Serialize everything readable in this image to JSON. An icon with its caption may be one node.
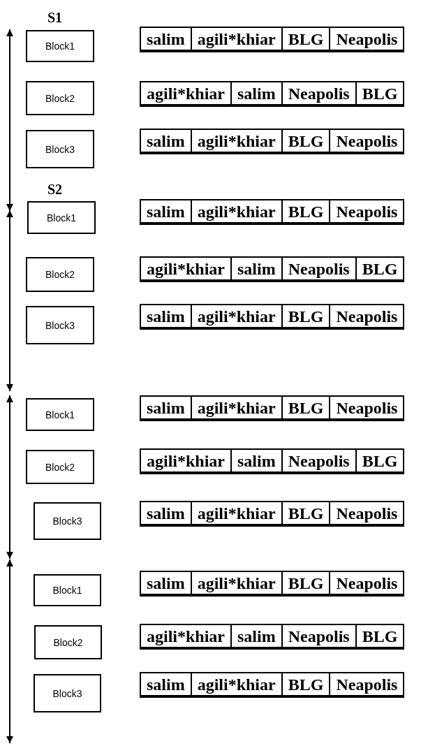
{
  "diagram": {
    "nodes": [
      {
        "text": [
          "Block1"
        ]
      },
      {
        "text": [
          "Block2"
        ]
      },
      {
        "text": [
          "Block3"
        ]
      },
      {
        "text": [
          "Block1"
        ]
      },
      {
        "text": [
          "Block2"
        ]
      },
      {
        "text": [
          "Block3"
        ]
      },
      {
        "text": [
          "Block1"
        ]
      },
      {
        "text": [
          "Block2"
        ]
      },
      {
        "text": [
          "Block3"
        ]
      },
      {
        "text": [
          "Block1"
        ]
      },
      {
        "text": [
          "Block2"
        ]
      },
      {
        "text": [
          "Block3"
        ]
      }
    ],
    "labels": [
      "S1",
      "salim",
      "agili*khiar",
      "BLG",
      "Neapolis",
      "agili*khiar",
      "salim",
      "Neapolis",
      "BLG",
      "salim",
      "agili*khiar",
      "BLG",
      "Neapolis",
      "S2",
      "salim",
      "agili*khiar",
      "BLG",
      "Neapolis",
      "agili*khiar",
      "salim",
      "Neapolis",
      "BLG",
      "salim",
      "agili*khiar",
      "BLG",
      "Neapolis",
      "salim",
      "agili*khiar",
      "BLG",
      "Neapolis",
      "agili*khiar",
      "salim",
      "Neapolis",
      "BLG",
      "salim",
      "agili*khiar",
      "BLG",
      "Neapolis",
      "salim",
      "agili*khiar",
      "BLG",
      "Neapolis",
      "agili*khiar",
      "salim",
      "Neapolis",
      "BLG",
      "salim",
      "agili*khiar",
      "BLG",
      "Neapolis"
    ]
  }
}
